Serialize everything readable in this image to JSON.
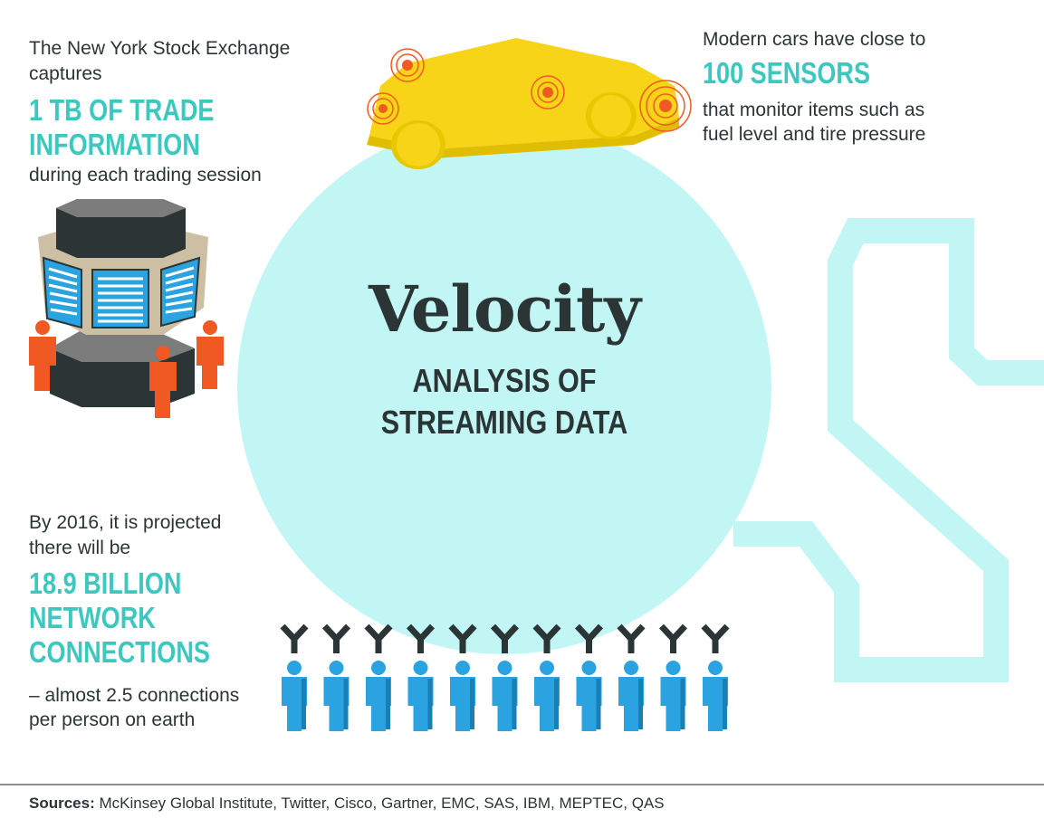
{
  "colors": {
    "accent": "#3cc7bf",
    "circle": "#c2f6f5",
    "dark": "#2b3535",
    "orange": "#f05a22",
    "blue": "#2aa3e0",
    "yellow": "#f7d417"
  },
  "center": {
    "title": "Velocity",
    "subtitle_line1": "ANALYSIS OF",
    "subtitle_line2": "STREAMING DATA"
  },
  "nyse": {
    "intro_line1": "The New York Stock Exchange",
    "intro_line2": "captures",
    "highlight_line1": "1 TB OF TRADE",
    "highlight_line2": "INFORMATION",
    "outro": "during each trading session",
    "icon": "stock-exchange-building-icon"
  },
  "cars": {
    "intro": "Modern cars have close to",
    "highlight": "100 SENSORS",
    "outro_line1": "that monitor items such as",
    "outro_line2": "fuel level and tire pressure",
    "icon": "car-sensors-icon"
  },
  "network": {
    "intro_line1": "By 2016, it is projected",
    "intro_line2": "there will be",
    "highlight_line1": "18.9 BILLION",
    "highlight_line2": "NETWORK",
    "highlight_line3": "CONNECTIONS",
    "outro_line1": "– almost 2.5 connections",
    "outro_line2": "per person on earth",
    "people_count": 11,
    "icon": "connected-people-icon"
  },
  "footer": {
    "label": "Sources:",
    "text": "McKinsey Global Institute, Twitter, Cisco, Gartner, EMC, SAS, IBM, MEPTEC, QAS"
  }
}
